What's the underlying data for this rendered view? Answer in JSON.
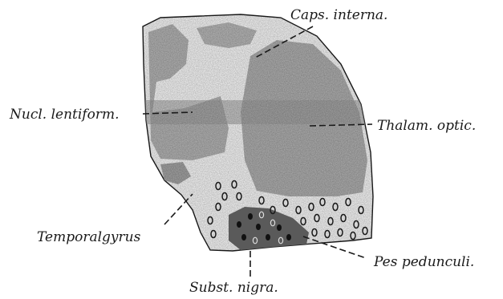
{
  "figure": {
    "labels": {
      "caps_interna": "Caps. interna.",
      "nucl_lentiform": "Nucl. lentiform.",
      "thalam_optic": "Thalam. optic.",
      "temporalgyrus": "Temporalgyrus",
      "pes_pedunculi": "Pes pedunculi.",
      "subst_nigra": "Subst. nigra."
    },
    "colors": {
      "tissue_gray": "#b9b9b9",
      "tissue_dark": "#8f8f8f",
      "ink": "#1a1a1a",
      "paper": "#ffffff"
    }
  }
}
